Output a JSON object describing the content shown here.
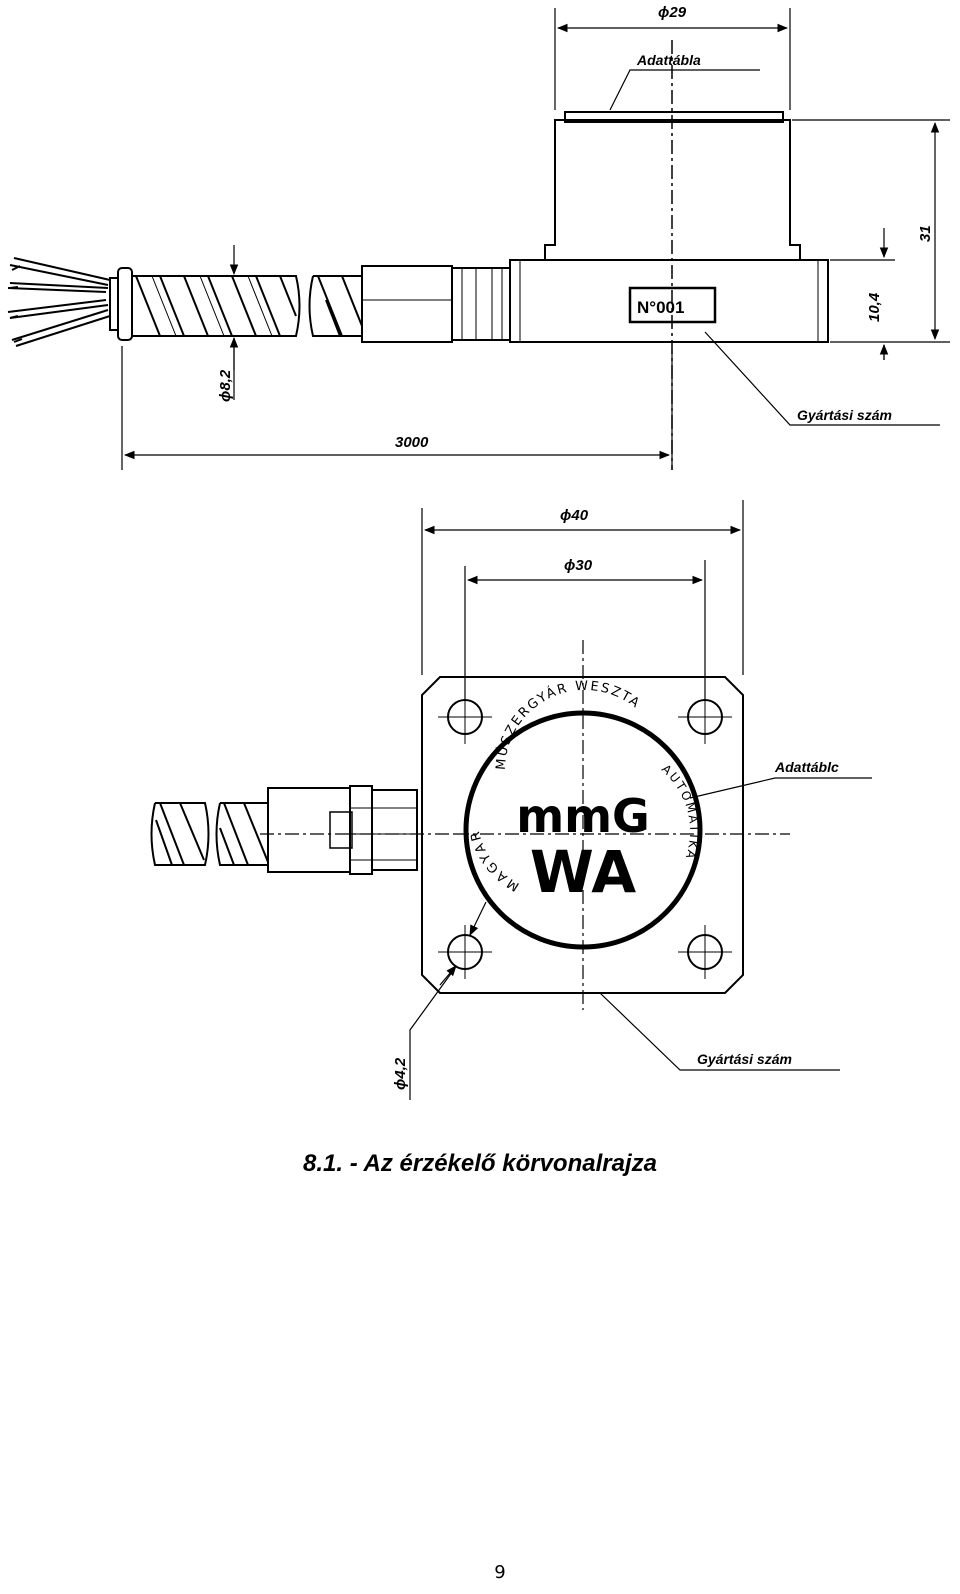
{
  "top_view": {
    "dim_diameter_top": "ϕ29",
    "label_nameplate": "Adattábla",
    "dim_height_total": "31",
    "dim_height_base": "10,4",
    "dim_cable_diameter": "ϕ8,2",
    "dim_cable_length": "3000",
    "serial_plate": "N°001",
    "label_serial": "Gyártási szám"
  },
  "bottom_view": {
    "dim_outer_diameter": "ϕ40",
    "dim_hole_circle": "ϕ30",
    "label_nameplate": "Adattáblc",
    "dim_hole": "ϕ4,2",
    "label_serial": "Gyártási szám",
    "logo": {
      "top_arc": "MŰSZERGYÁR WESZTA",
      "left_arc": "MAGYAR",
      "right_arc": "AUTOMATIKA",
      "line1": "mmG",
      "line2": "WA"
    }
  },
  "caption": "8.1. - Az érzékelő körvonalrajza",
  "page_number": "9"
}
